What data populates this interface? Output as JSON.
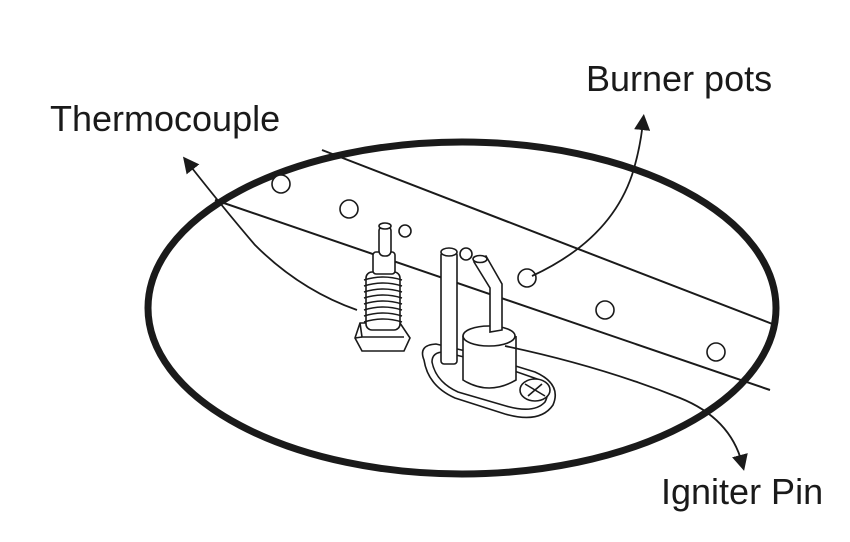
{
  "labels": {
    "thermocouple": "Thermocouple",
    "burner_pots": "Burner pots",
    "igniter_pin": "Igniter Pin"
  },
  "colors": {
    "ink": "#1a1a1a",
    "background": "#ffffff"
  }
}
